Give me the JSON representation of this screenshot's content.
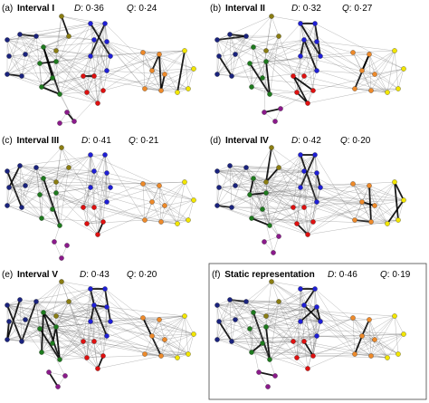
{
  "figure": {
    "panels": [
      {
        "id": "a",
        "tag": "(a)",
        "title": "Interval I",
        "d_label": "D",
        "d_value": ": 0·36",
        "q_label": "Q",
        "q_value": ": 0·24"
      },
      {
        "id": "b",
        "tag": "(b)",
        "title": "Interval II",
        "d_label": "D",
        "d_value": ": 0·32",
        "q_label": "Q",
        "q_value": ": 0·27"
      },
      {
        "id": "c",
        "tag": "(c)",
        "title": "Interval III",
        "d_label": "D",
        "d_value": ": 0·41",
        "q_label": "Q",
        "q_value": ": 0·21"
      },
      {
        "id": "d",
        "tag": "(d)",
        "title": "Interval IV",
        "d_label": "D",
        "d_value": ": 0·42",
        "q_label": "Q",
        "q_value": ": 0·20"
      },
      {
        "id": "e",
        "tag": "(e)",
        "title": "Interval V",
        "d_label": "D",
        "d_value": ": 0·43",
        "q_label": "Q",
        "q_value": ": 0·20"
      },
      {
        "id": "f",
        "tag": "(f)",
        "title": "Static representation",
        "d_label": "D",
        "d_value": ": 0·46",
        "q_label": "Q",
        "q_value": ": 0·19"
      }
    ],
    "colors": {
      "navy": "#1a237e",
      "blue": "#1f1fd6",
      "olive": "#8a7d12",
      "green": "#1e7a1e",
      "red": "#e01010",
      "purple": "#8b1a8b",
      "orange": "#ee8a2a",
      "yellow": "#f2e600",
      "edge": "#6e6e6e",
      "edge_strong": "#000000"
    }
  }
}
